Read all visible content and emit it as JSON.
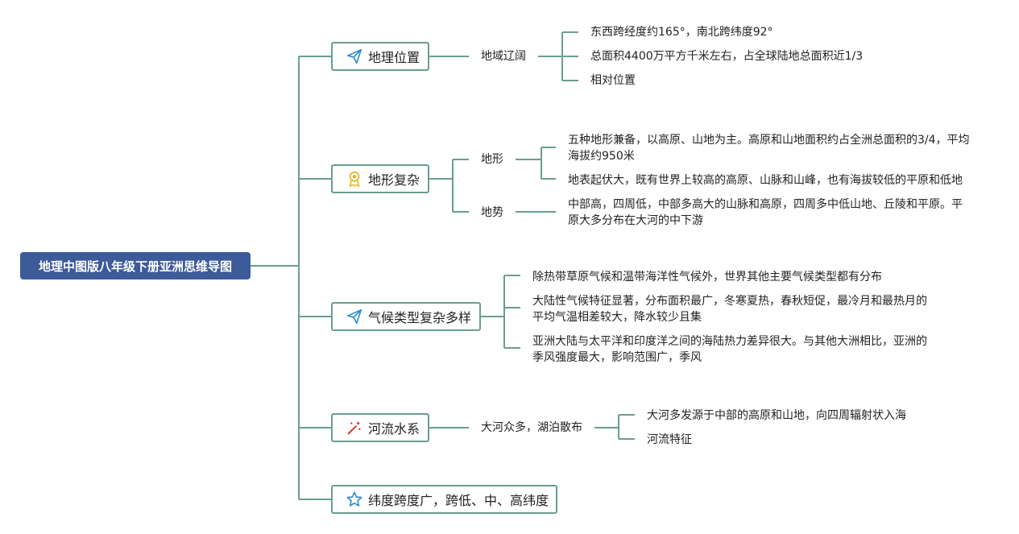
{
  "root": "地理中图版八年级下册亚洲思维导图",
  "branches": {
    "location": {
      "title": "地理位置",
      "icon": "paper-plane-icon",
      "sub": "地域辽阔",
      "leaves": [
        "东西跨经度约165°，南北跨纬度92°",
        "总面积4400万平方千米左右，占全球陆地总面积近1/3",
        "相对位置"
      ]
    },
    "terrain": {
      "title": "地形复杂",
      "icon": "award-icon",
      "sub1": "地形",
      "sub1_leaves": [
        "五种地形兼备，以高原、山地为主。高原和山地面积约占全洲总面积的3/4，平均海拔约950米",
        "地表起伏大，既有世界上较高的高原、山脉和山峰，也有海拔较低的平原和低地"
      ],
      "sub2": "地势",
      "sub2_leaf": "中部高，四周低，中部多高大的山脉和高原，四周多中低山地、丘陵和平原。平原大多分布在大河的中下游"
    },
    "climate": {
      "title": "气候类型复杂多样",
      "icon": "paper-plane-icon",
      "leaves": [
        "除热带草原气候和温带海洋性气候外，世界其他主要气候类型都有分布",
        "大陆性气候特征显著，分布面积最广，冬寒夏热，春秋短促，最冷月和最热月的平均气温相差较大，降水较少且集",
        "亚洲大陆与太平洋和印度洋之间的海陆热力差异很大。与其他大洲相比，亚洲的季风强度最大，影响范围广，季风"
      ]
    },
    "rivers": {
      "title": "河流水系",
      "icon": "magic-wand-icon",
      "sub": "大河众多，湖泊散布",
      "leaves": [
        "大河多发源于中部的高原和山地，向四周辐射状入海",
        "河流特征"
      ]
    },
    "latitude": {
      "title": "纬度跨度广，跨低、中、高纬度",
      "icon": "star-icon"
    }
  },
  "colors": {
    "root_bg": "#3d5a99",
    "line": "#6a9e8f",
    "award": "#e6b422",
    "wand": "#d9342b",
    "plane": "#2e8ecf"
  }
}
